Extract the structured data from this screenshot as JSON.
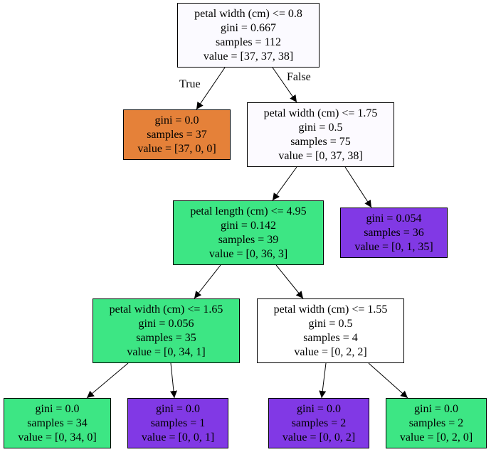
{
  "colors": {
    "root": "#fbfaff",
    "leaf_class0": "#e58139",
    "right_split": "#fcfaff",
    "class1_strong": "#3de684",
    "class2_strong": "#8139e5",
    "tie": "#ffffff"
  },
  "edge_labels": {
    "true": "True",
    "false": "False"
  },
  "nodes": [
    {
      "id": "n0",
      "lines": [
        "petal width (cm) <= 0.8",
        "gini = 0.667",
        "samples = 112",
        "value = [37, 37, 38]"
      ],
      "color": "#fbfaff"
    },
    {
      "id": "n1",
      "lines": [
        "gini = 0.0",
        "samples = 37",
        "value = [37, 0, 0]"
      ],
      "color": "#e58139"
    },
    {
      "id": "n2",
      "lines": [
        "petal width (cm) <= 1.75",
        "gini = 0.5",
        "samples = 75",
        "value = [0, 37, 38]"
      ],
      "color": "#fcfaff"
    },
    {
      "id": "n3",
      "lines": [
        "petal length (cm) <= 4.95",
        "gini = 0.142",
        "samples = 39",
        "value = [0, 36, 3]"
      ],
      "color": "#3de684"
    },
    {
      "id": "n4",
      "lines": [
        "gini = 0.054",
        "samples = 36",
        "value = [0, 1, 35]"
      ],
      "color": "#8139e5"
    },
    {
      "id": "n5",
      "lines": [
        "petal width (cm) <= 1.65",
        "gini = 0.056",
        "samples = 35",
        "value = [0, 34, 1]"
      ],
      "color": "#3de684"
    },
    {
      "id": "n6",
      "lines": [
        "petal width (cm) <= 1.55",
        "gini = 0.5",
        "samples = 4",
        "value = [0, 2, 2]"
      ],
      "color": "#ffffff"
    },
    {
      "id": "n7",
      "lines": [
        "gini = 0.0",
        "samples = 34",
        "value = [0, 34, 0]"
      ],
      "color": "#3de684"
    },
    {
      "id": "n8",
      "lines": [
        "gini = 0.0",
        "samples = 1",
        "value = [0, 0, 1]"
      ],
      "color": "#8139e5"
    },
    {
      "id": "n9",
      "lines": [
        "gini = 0.0",
        "samples = 2",
        "value = [0, 0, 2]"
      ],
      "color": "#8139e5"
    },
    {
      "id": "n10",
      "lines": [
        "gini = 0.0",
        "samples = 2",
        "value = [0, 2, 0]"
      ],
      "color": "#3de684"
    }
  ],
  "edges": [
    {
      "from": "n0",
      "to": "n1"
    },
    {
      "from": "n0",
      "to": "n2"
    },
    {
      "from": "n2",
      "to": "n3"
    },
    {
      "from": "n2",
      "to": "n4"
    },
    {
      "from": "n3",
      "to": "n5"
    },
    {
      "from": "n3",
      "to": "n6"
    },
    {
      "from": "n5",
      "to": "n7"
    },
    {
      "from": "n5",
      "to": "n8"
    },
    {
      "from": "n6",
      "to": "n9"
    },
    {
      "from": "n6",
      "to": "n10"
    }
  ]
}
